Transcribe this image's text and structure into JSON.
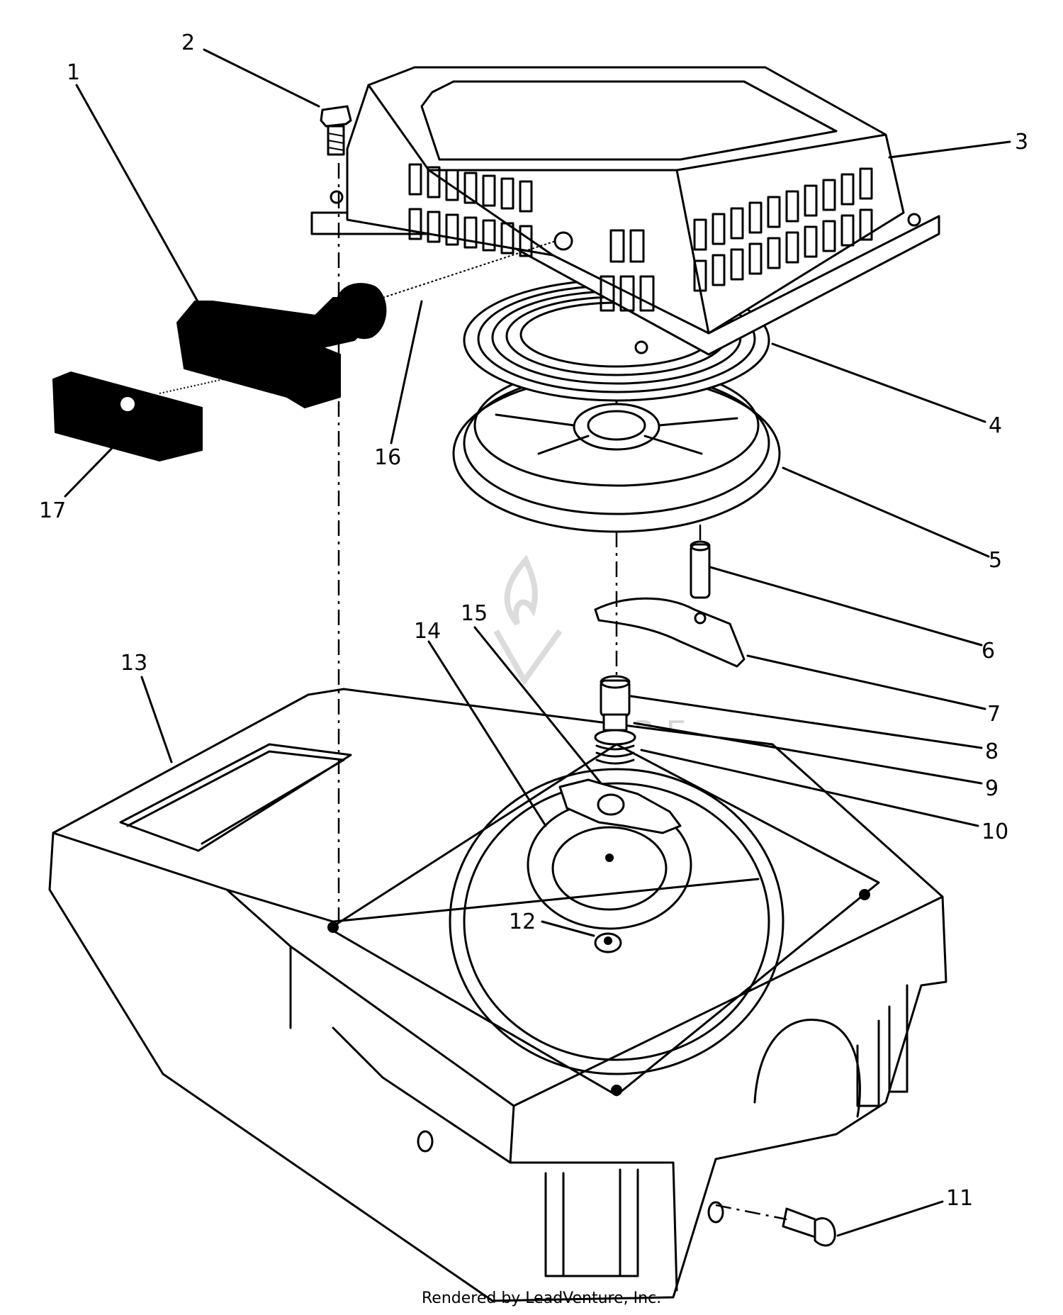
{
  "parts": [
    {
      "id": "1",
      "label": "1"
    },
    {
      "id": "2",
      "label": "2"
    },
    {
      "id": "3",
      "label": "3"
    },
    {
      "id": "4",
      "label": "4"
    },
    {
      "id": "5",
      "label": "5"
    },
    {
      "id": "6",
      "label": "6"
    },
    {
      "id": "7",
      "label": "7"
    },
    {
      "id": "8",
      "label": "8"
    },
    {
      "id": "9",
      "label": "9"
    },
    {
      "id": "10",
      "label": "10"
    },
    {
      "id": "11",
      "label": "11"
    },
    {
      "id": "12",
      "label": "12"
    },
    {
      "id": "13",
      "label": "13"
    },
    {
      "id": "14",
      "label": "14"
    },
    {
      "id": "15",
      "label": "15"
    },
    {
      "id": "16",
      "label": "16"
    },
    {
      "id": "17",
      "label": "17"
    }
  ],
  "watermark": "LEADVENTURE",
  "credit": "Rendered by LeadVenture, Inc.",
  "colors": {
    "line": "#000000",
    "background": "#ffffff",
    "watermark": "#d6d6d6"
  }
}
